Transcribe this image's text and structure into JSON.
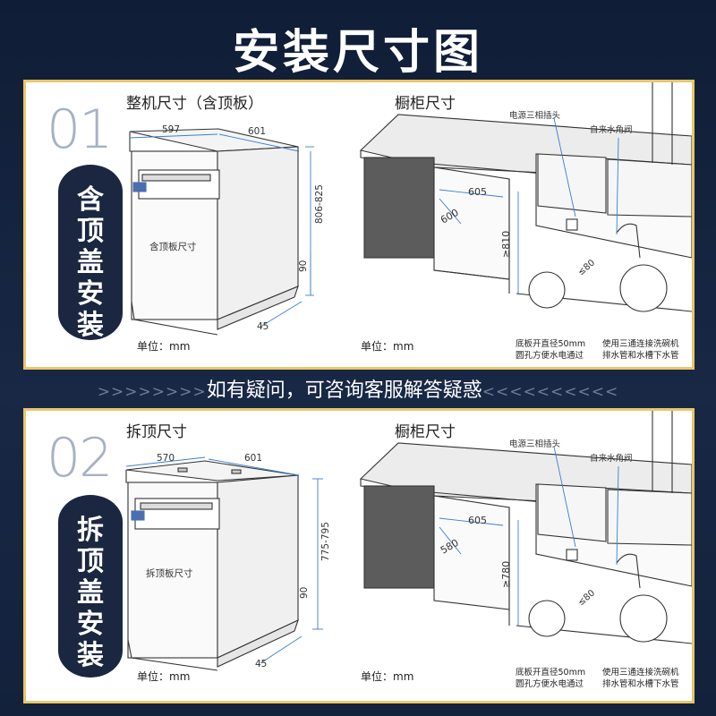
{
  "title": "安装尺寸图",
  "section1": {
    "number": "01",
    "label_chars": [
      "含",
      "顶",
      "盖",
      "安",
      "装"
    ],
    "machine_title": "整机尺寸（含顶板）",
    "cabinet_title": "橱柜尺寸",
    "dims": {
      "width": "597",
      "depth": "601",
      "height": "806-825",
      "kick_height": "90",
      "kick_depth": "45"
    },
    "panel_text": "含顶板尺寸",
    "unit_machine": "单位：mm",
    "unit_cabinet": "单位：mm",
    "cabinet_dims": {
      "depth": "605",
      "width": "600",
      "height": "≥810",
      "hole": "≤80"
    },
    "labels": {
      "power": "电源三相插头",
      "water": "自来水角阀"
    },
    "note1": [
      "底板开直径50mm",
      "圆孔方便水电通过"
    ],
    "note2": [
      "使用三通连接洗碗机",
      "排水管和水槽下水管"
    ]
  },
  "banner": {
    "left_arrows": ">>>>>>>>",
    "text": "如有疑问，可咨询客服解答疑惑",
    "right_arrows": "<<<<<<<<<<"
  },
  "section2": {
    "number": "02",
    "label_chars": [
      "拆",
      "顶",
      "盖",
      "安",
      "装"
    ],
    "machine_title": "拆顶尺寸",
    "cabinet_title": "橱柜尺寸",
    "dims": {
      "width": "570",
      "depth": "601",
      "height": "775-795",
      "kick_height": "90",
      "kick_depth": "45"
    },
    "panel_text": "拆顶板尺寸",
    "unit_machine": "单位：mm",
    "unit_cabinet": "单位：mm",
    "cabinet_dims": {
      "depth": "605",
      "width": "580",
      "height": "≥780",
      "hole": "≤80"
    },
    "labels": {
      "power": "电源三相插头",
      "water": "自来水角阀"
    },
    "note1": [
      "底板开直径50mm",
      "圆孔方便水电通过"
    ],
    "note2": [
      "使用三通连接洗碗机",
      "排水管和水槽下水管"
    ]
  },
  "colors": {
    "background": "#13213b",
    "panel_border": "#e8c66a",
    "label_bg": "#1b2740",
    "number": "#a7b1c2",
    "dim_line": "#3a7fd0"
  }
}
